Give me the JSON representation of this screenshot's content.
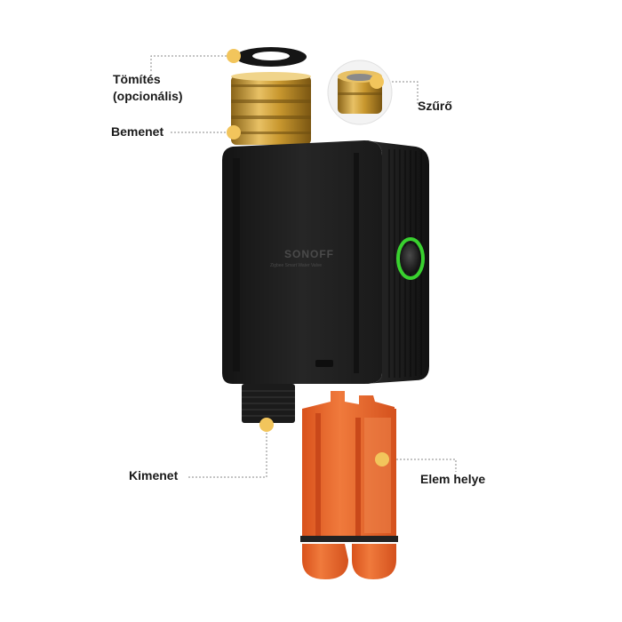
{
  "product": {
    "brand": "SONOFF",
    "model_line": "Zigbee Smart Water Valve"
  },
  "callouts": {
    "gasket": [
      "Tömítés",
      "(opcionális)"
    ],
    "filter": "Szűrő",
    "inlet": "Bemenet",
    "outlet": "Kimenet",
    "battery": "Elem helye"
  },
  "colors": {
    "marker": "#f2c55c",
    "leader_line": "#888888",
    "body": "#1e1e1e",
    "brass": "#c99a3a",
    "battery_holder": "#e8632a",
    "status_ring": "#39d12f"
  }
}
